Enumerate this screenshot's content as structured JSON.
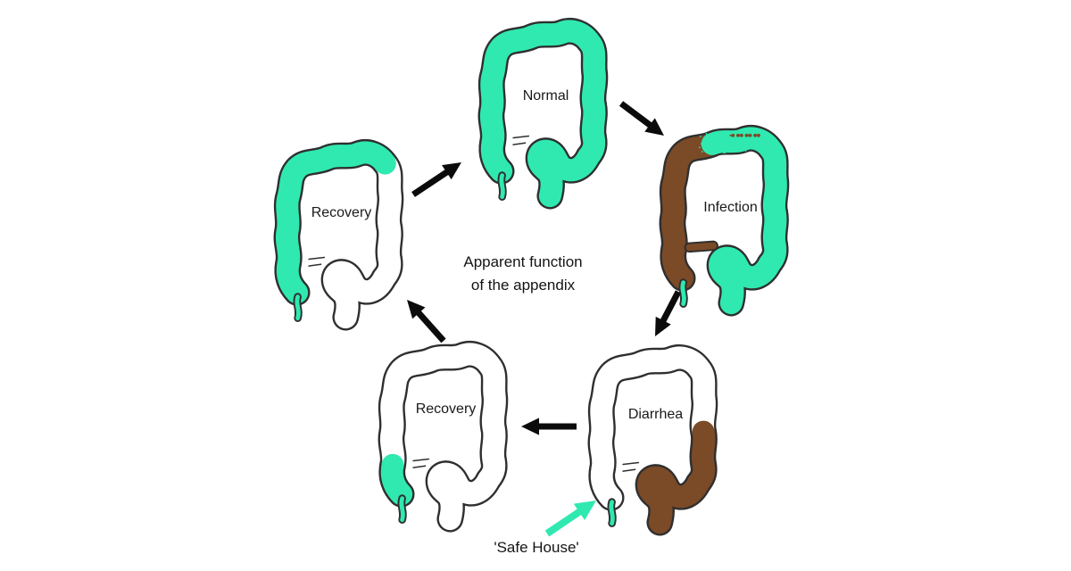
{
  "title": {
    "line1": "Apparent function",
    "line2": "of the appendix"
  },
  "safe_house_label": "'Safe House'",
  "colors": {
    "teal": "#2fe9b0",
    "brown": "#7b4a27",
    "white": "#ffffff",
    "outline": "#2f2f2f",
    "arrow_black": "#0b0b0b",
    "text": "#141414",
    "background": "#ffffff"
  },
  "nodes": [
    {
      "id": "normal",
      "label": "Normal",
      "fills": {
        "asc_low": "teal",
        "asc_high": "teal",
        "trans_a": "teal",
        "trans_b": "teal",
        "trans_c": "teal",
        "desc_a": "teal",
        "desc_b": "teal",
        "desc_tail": "teal",
        "sigmoid": "teal",
        "appendix": "teal"
      },
      "ileum": "marks",
      "speckles": false
    },
    {
      "id": "infection",
      "label": "Infection",
      "fills": {
        "asc_low": "brown",
        "asc_high": "brown",
        "trans_a": "brown",
        "trans_b": "teal",
        "trans_c": "teal",
        "desc_a": "teal",
        "desc_b": "teal",
        "desc_tail": "teal",
        "sigmoid": "teal",
        "appendix": "teal"
      },
      "ileum": "stub",
      "speckles": true
    },
    {
      "id": "diarrhea",
      "label": "Diarrhea",
      "fills": {
        "asc_low": "white",
        "asc_high": "white",
        "trans_a": "white",
        "trans_b": "white",
        "trans_c": "white",
        "desc_a": "white",
        "desc_b": "brown",
        "desc_tail": "brown",
        "sigmoid": "brown",
        "appendix": "teal"
      },
      "ileum": "marks",
      "speckles": false
    },
    {
      "id": "recovery-early",
      "label": "Recovery",
      "fills": {
        "asc_low": "teal",
        "asc_high": "white",
        "trans_a": "white",
        "trans_b": "white",
        "trans_c": "white",
        "desc_a": "white",
        "desc_b": "white",
        "desc_tail": "white",
        "sigmoid": "white",
        "appendix": "teal"
      },
      "ileum": "marks",
      "speckles": false
    },
    {
      "id": "recovery-late",
      "label": "Recovery",
      "fills": {
        "asc_low": "teal",
        "asc_high": "teal",
        "trans_a": "teal",
        "trans_b": "teal",
        "trans_c": "teal",
        "desc_a": "white",
        "desc_b": "white",
        "desc_tail": "white",
        "sigmoid": "white",
        "appendix": "teal"
      },
      "ileum": "marks",
      "speckles": false
    }
  ],
  "edges": [
    {
      "id": "normal-infection",
      "from": "normal",
      "to": "infection",
      "color": "black"
    },
    {
      "id": "infection-diarrhea",
      "from": "infection",
      "to": "diarrhea",
      "color": "black"
    },
    {
      "id": "diarrhea-recovery",
      "from": "diarrhea",
      "to": "recovery-early",
      "color": "black"
    },
    {
      "id": "recovery-recovery",
      "from": "recovery-early",
      "to": "recovery-late",
      "color": "black"
    },
    {
      "id": "recovery-normal",
      "from": "recovery-late",
      "to": "normal",
      "color": "black"
    },
    {
      "id": "safe-house-pointer",
      "from": "safe-house-label",
      "to": "appendix",
      "color": "teal"
    }
  ]
}
